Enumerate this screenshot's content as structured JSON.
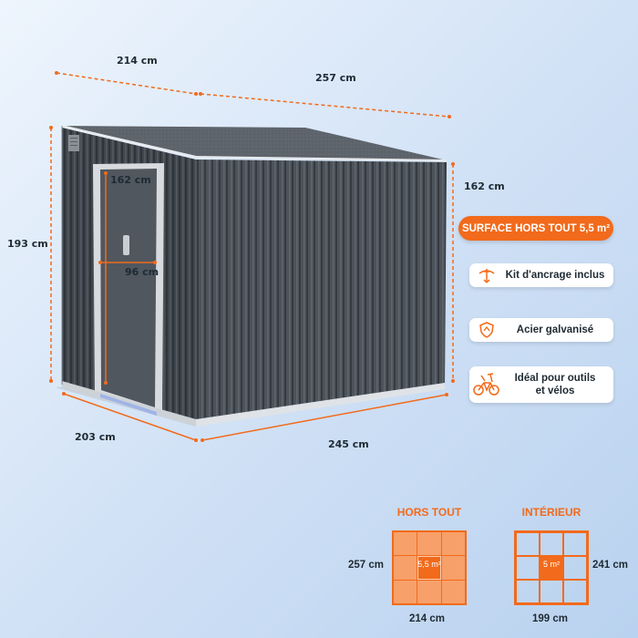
{
  "dimensions": {
    "top_depth": "214 cm",
    "top_width": "257 cm",
    "total_height": "193 cm",
    "side_height": "162 cm",
    "door_height": "162 cm",
    "door_width": "96 cm",
    "bottom_depth": "203 cm",
    "bottom_width": "245 cm"
  },
  "surface_badge": "SURFACE HORS TOUT 5,5 m²",
  "features": [
    {
      "label": "Kit d'ancrage inclus",
      "icon": "anchor-icon"
    },
    {
      "label": "Acier galvanisé",
      "icon": "shield-icon"
    },
    {
      "label": "Idéal pour outils\net vélos",
      "icon": "tools-bike-icon"
    }
  ],
  "plans": {
    "outer": {
      "title": "HORS TOUT",
      "area": "5,5 m²",
      "length": "257 cm",
      "width": "214 cm"
    },
    "inner": {
      "title": "INTÉRIEUR",
      "area": "5 m²",
      "length": "241 cm",
      "width": "199 cm"
    }
  },
  "colors": {
    "accent": "#f26a1b",
    "shed_body": "#4b525a",
    "roof": "#5a6068",
    "text": "#1e2a33"
  }
}
